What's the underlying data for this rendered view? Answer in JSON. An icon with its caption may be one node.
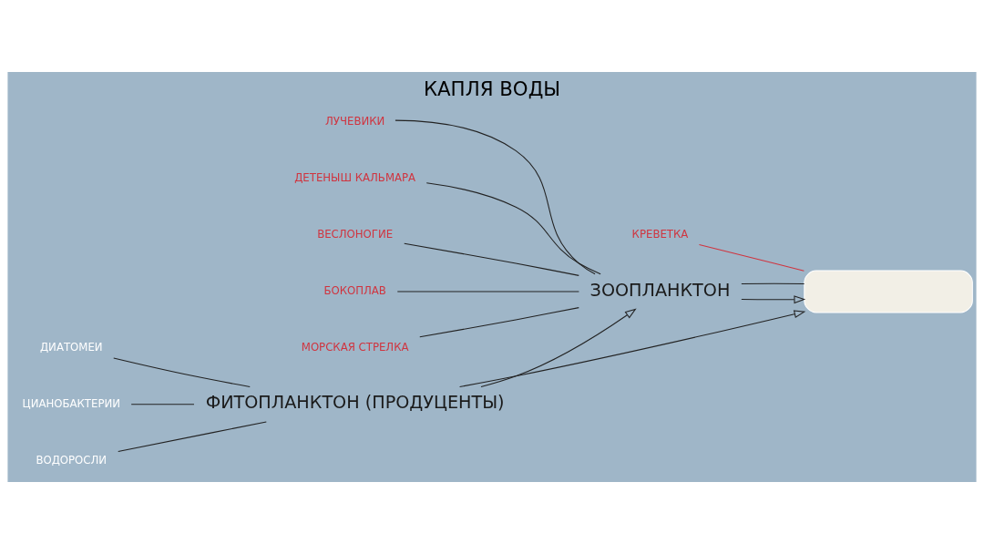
{
  "diagram": {
    "title": "КАПЛЯ ВОДЫ",
    "nodes": [
      {
        "text": [
          "ФИТОПЛАНКТОН (ПРОДУЦЕНТЫ)"
        ]
      },
      {
        "text": [
          "ЗООПЛАНКТОН"
        ]
      },
      {
        "text": [],
        "shape": "box"
      },
      {
        "text": [
          "ДИАТОМЕИ"
        ]
      },
      {
        "text": [
          "ЦИАНОБАКТЕРИИ"
        ]
      },
      {
        "text": [
          "ВОДОРОСЛИ"
        ]
      },
      {
        "text": [
          "ЛУЧЕВИКИ"
        ]
      },
      {
        "text": [
          "ДЕТЕНЫШ КАЛЬМАРА"
        ]
      },
      {
        "text": [
          "ВЕСЛОНОГИЕ"
        ]
      },
      {
        "text": [
          "БОКОПЛАВ"
        ]
      },
      {
        "text": [
          "МОРСКАЯ СТРЕЛКА"
        ]
      },
      {
        "text": [
          "КРЕВЕТКА"
        ]
      }
    ],
    "edges": [
      {
        "from": 0,
        "to": 1,
        "arrow": "to"
      },
      {
        "from": 0,
        "to": 2,
        "arrow": "to"
      },
      {
        "from": 1,
        "to": 2,
        "arrow": "to"
      },
      {
        "from": 1,
        "to": 2,
        "arrow": "none"
      },
      {
        "from": 3,
        "to": 0,
        "arrow": "none"
      },
      {
        "from": 4,
        "to": 0,
        "arrow": "none"
      },
      {
        "from": 5,
        "to": 0,
        "arrow": "none"
      },
      {
        "from": 6,
        "to": 1,
        "arrow": "none"
      },
      {
        "from": 7,
        "to": 1,
        "arrow": "none"
      },
      {
        "from": 8,
        "to": 1,
        "arrow": "none"
      },
      {
        "from": 9,
        "to": 1,
        "arrow": "none"
      },
      {
        "from": 10,
        "to": 1,
        "arrow": "none"
      },
      {
        "from": 11,
        "to": 2,
        "arrow": "none",
        "color": "#d0343f"
      }
    ]
  }
}
